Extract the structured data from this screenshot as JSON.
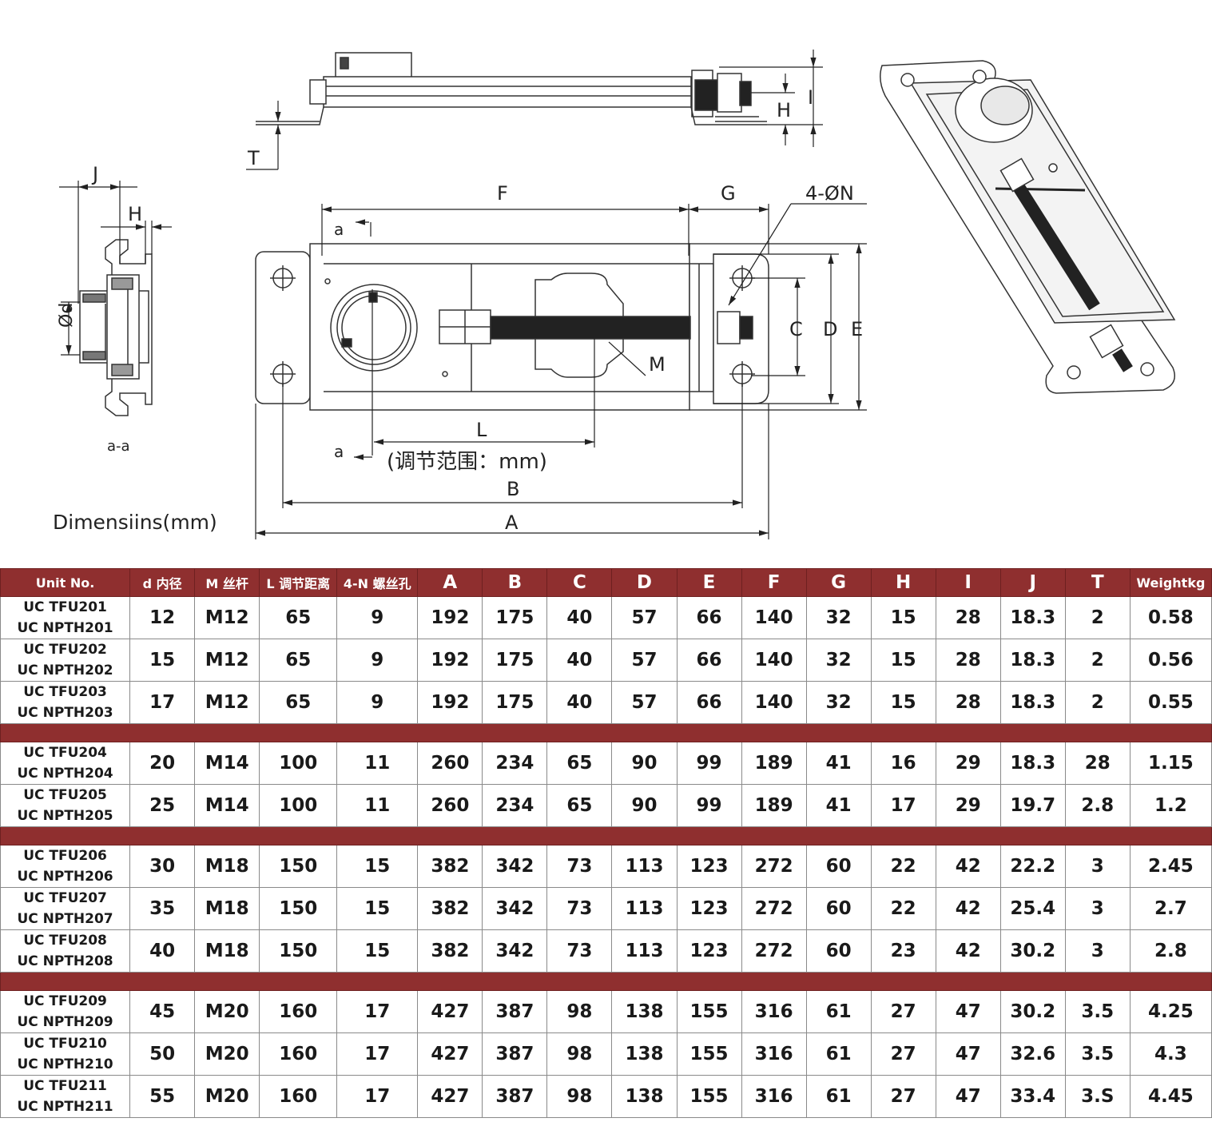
{
  "drawing": {
    "caption": "Dimensiins(mm)",
    "section_label": "a-a",
    "adjust_note": "(调节范围：mm)",
    "labels": {
      "A": "A",
      "B": "B",
      "C": "C",
      "D": "D",
      "E": "E",
      "F": "F",
      "G": "G",
      "H": "H",
      "I": "I",
      "J": "J",
      "L": "L",
      "M": "M",
      "T": "T",
      "d": "Ød",
      "N": "4-ØN",
      "a": "a"
    }
  },
  "table": {
    "headers": [
      "Unit No.",
      "d 内径",
      "M 丝杆",
      "L 调节距离",
      "4-N 螺丝孔",
      "A",
      "B",
      "C",
      "D",
      "E",
      "F",
      "G",
      "H",
      "I",
      "J",
      "T",
      "Weightkg"
    ],
    "rows": [
      {
        "unit": [
          "UC TFU201",
          "UC NPTH201"
        ],
        "values": [
          "12",
          "M12",
          "65",
          "9",
          "192",
          "175",
          "40",
          "57",
          "66",
          "140",
          "32",
          "15",
          "28",
          "18.3",
          "2",
          "0.58"
        ]
      },
      {
        "unit": [
          "UC TFU202",
          "UC NPTH202"
        ],
        "values": [
          "15",
          "M12",
          "65",
          "9",
          "192",
          "175",
          "40",
          "57",
          "66",
          "140",
          "32",
          "15",
          "28",
          "18.3",
          "2",
          "0.56"
        ]
      },
      {
        "unit": [
          "UC TFU203",
          "UC NPTH203"
        ],
        "values": [
          "17",
          "M12",
          "65",
          "9",
          "192",
          "175",
          "40",
          "57",
          "66",
          "140",
          "32",
          "15",
          "28",
          "18.3",
          "2",
          "0.55"
        ]
      },
      {
        "separator": true
      },
      {
        "unit": [
          "UC TFU204",
          "UC NPTH204"
        ],
        "values": [
          "20",
          "M14",
          "100",
          "11",
          "260",
          "234",
          "65",
          "90",
          "99",
          "189",
          "41",
          "16",
          "29",
          "18.3",
          "28",
          "1.15"
        ]
      },
      {
        "unit": [
          "UC TFU205",
          "UC NPTH205"
        ],
        "values": [
          "25",
          "M14",
          "100",
          "11",
          "260",
          "234",
          "65",
          "90",
          "99",
          "189",
          "41",
          "17",
          "29",
          "19.7",
          "2.8",
          "1.2"
        ]
      },
      {
        "separator": true
      },
      {
        "unit": [
          "UC TFU206",
          "UC NPTH206"
        ],
        "values": [
          "30",
          "M18",
          "150",
          "15",
          "382",
          "342",
          "73",
          "113",
          "123",
          "272",
          "60",
          "22",
          "42",
          "22.2",
          "3",
          "2.45"
        ]
      },
      {
        "unit": [
          "UC TFU207",
          "UC NPTH207"
        ],
        "values": [
          "35",
          "M18",
          "150",
          "15",
          "382",
          "342",
          "73",
          "113",
          "123",
          "272",
          "60",
          "22",
          "42",
          "25.4",
          "3",
          "2.7"
        ]
      },
      {
        "unit": [
          "UC TFU208",
          "UC NPTH208"
        ],
        "values": [
          "40",
          "M18",
          "150",
          "15",
          "382",
          "342",
          "73",
          "113",
          "123",
          "272",
          "60",
          "23",
          "42",
          "30.2",
          "3",
          "2.8"
        ]
      },
      {
        "separator": true
      },
      {
        "unit": [
          "UC TFU209",
          "UC NPTH209"
        ],
        "values": [
          "45",
          "M20",
          "160",
          "17",
          "427",
          "387",
          "98",
          "138",
          "155",
          "316",
          "61",
          "27",
          "47",
          "30.2",
          "3.5",
          "4.25"
        ]
      },
      {
        "unit": [
          "UC TFU210",
          "UC NPTH210"
        ],
        "values": [
          "50",
          "M20",
          "160",
          "17",
          "427",
          "387",
          "98",
          "138",
          "155",
          "316",
          "61",
          "27",
          "47",
          "32.6",
          "3.5",
          "4.3"
        ]
      },
      {
        "unit": [
          "UC TFU211",
          "UC NPTH211"
        ],
        "values": [
          "55",
          "M20",
          "160",
          "17",
          "427",
          "387",
          "98",
          "138",
          "155",
          "316",
          "61",
          "27",
          "47",
          "33.4",
          "3.S",
          "4.45"
        ]
      }
    ]
  }
}
